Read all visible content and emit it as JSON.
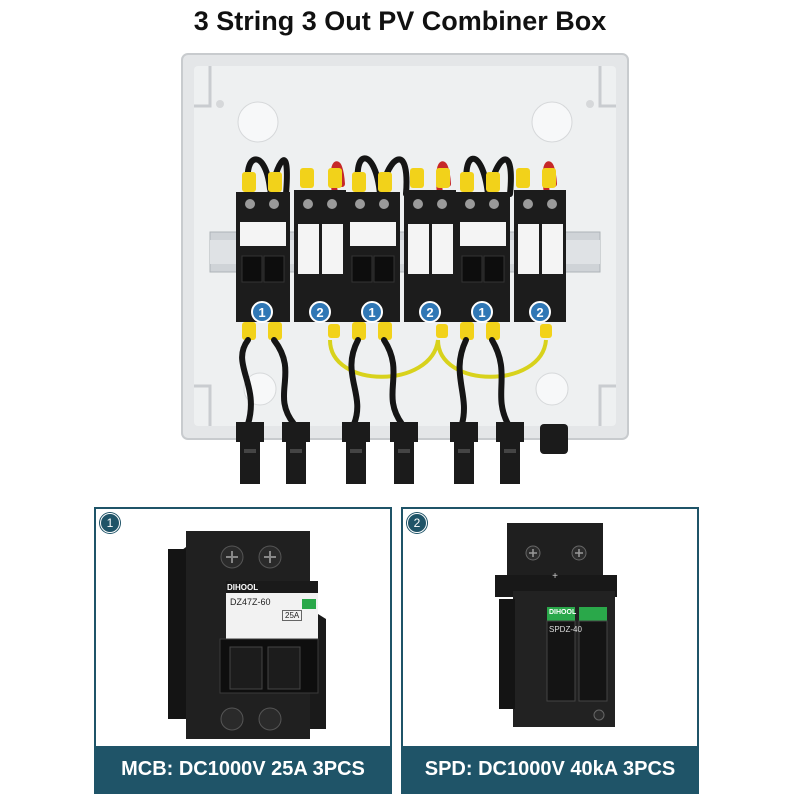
{
  "title": "3 String 3 Out PV Combiner Box",
  "panels": [
    {
      "number": "1",
      "caption": "MCB: DC1000V 25A 3PCS",
      "brand": "DIHOOL",
      "model": "DZ47Z-60",
      "rating": "25A"
    },
    {
      "number": "2",
      "caption": "SPD: DC1000V 40kA 3PCS",
      "brand": "DIHOOL",
      "model": "SPDZ-40"
    }
  ],
  "colors": {
    "accent": "#1f5468",
    "enclosure": "#e8eaec",
    "device": "#1a1a1a",
    "wire_yellow": "#f2d21a",
    "wire_red": "#c62828",
    "badge_blue": "#2f77b5"
  },
  "icons": [
    "pv-combiner-box-photo",
    "mcb-breaker-image",
    "spd-surge-protector-image"
  ]
}
